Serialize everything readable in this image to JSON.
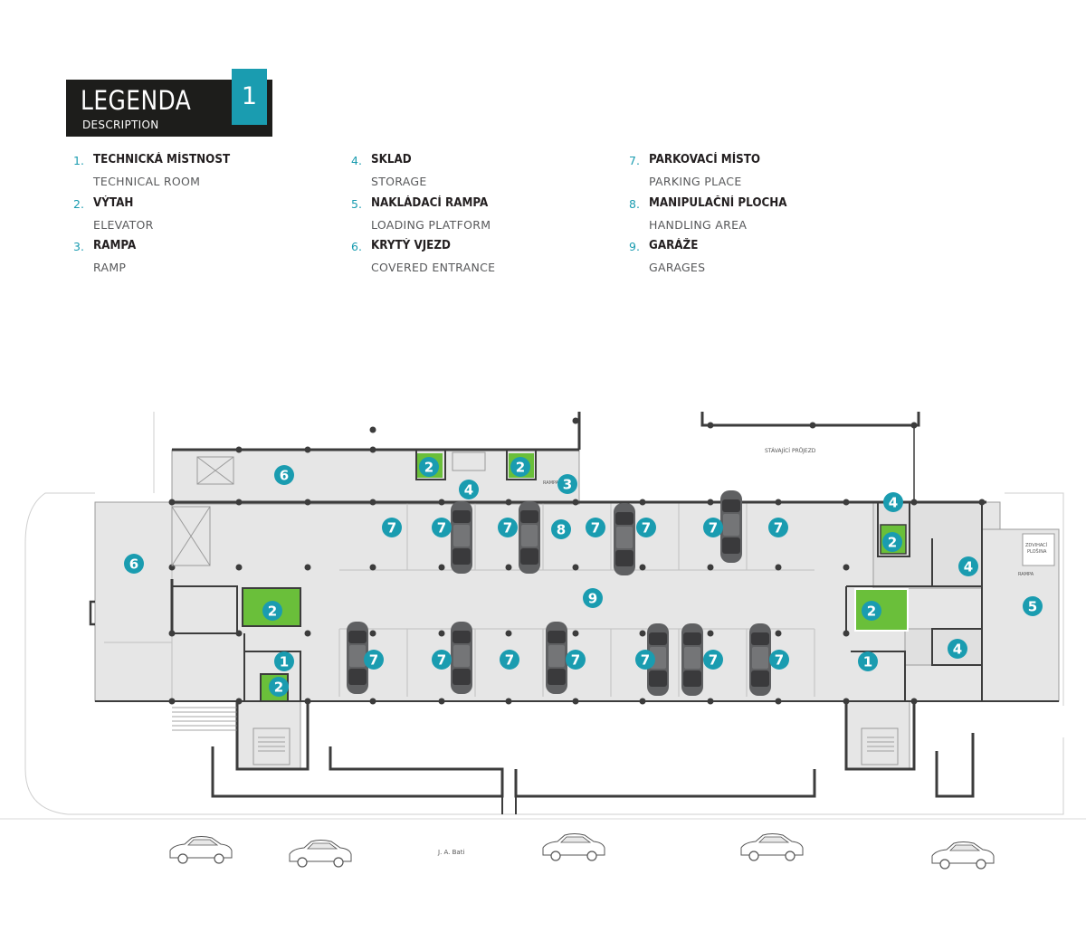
{
  "header": {
    "title": "LEGENDA",
    "subtitle": "DESCRIPTION",
    "floor": "1"
  },
  "legend": [
    {
      "num": "1.",
      "cz": "TECHNICKÁ MÍSTNOST",
      "en": "TECHNICAL ROOM"
    },
    {
      "num": "2.",
      "cz": "VÝTAH",
      "en": "ELEVATOR"
    },
    {
      "num": "3.",
      "cz": "RAMPA",
      "en": "RAMP"
    },
    {
      "num": "4.",
      "cz": "SKLAD",
      "en": "STORAGE"
    },
    {
      "num": "5.",
      "cz": "NAKLÁDACÍ RAMPA",
      "en": "LOADING PLATFORM"
    },
    {
      "num": "6.",
      "cz": "KRYTÝ VJEZD",
      "en": "COVERED ENTRANCE"
    },
    {
      "num": "7.",
      "cz": "PARKOVACÍ MÍSTO",
      "en": "PARKING PLACE"
    },
    {
      "num": "8.",
      "cz": "MANIPULAČNÍ PLOCHA",
      "en": "HANDLING AREA"
    },
    {
      "num": "9.",
      "cz": "GARÁŽE",
      "en": "GARAGES"
    }
  ],
  "plan": {
    "street": "J. A. Bati",
    "existing_passage": "STÁVAJÍCÍ PRŮJEZD",
    "lift_platform": [
      "ZDVIHACÍ",
      "PLOŠINA"
    ],
    "ramp_label": "RAMPA",
    "colors": {
      "accent": "#1a9cb0",
      "elevator": "#6abf3a",
      "floor": "#e6e6e6",
      "wall": "#3c3c3c"
    }
  }
}
